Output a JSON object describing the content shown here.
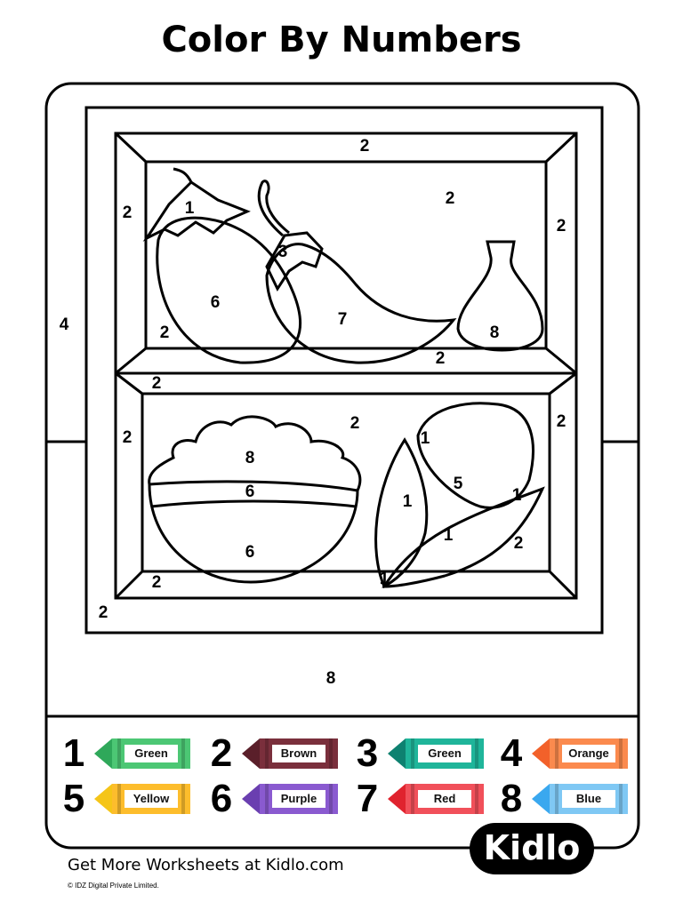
{
  "title": "Color By Numbers",
  "region_numbers": [
    "2",
    "2",
    "2",
    "1",
    "2",
    "3",
    "6",
    "7",
    "4",
    "2",
    "8",
    "2",
    "2",
    "2",
    "2",
    "2",
    "1",
    "8",
    "5",
    "6",
    "1",
    "1",
    "1",
    "2",
    "6",
    "2",
    "1",
    "2",
    "8"
  ],
  "key": [
    {
      "number": "1",
      "color_name": "Green",
      "color": "#4cc774",
      "dark": "#2fa85a"
    },
    {
      "number": "2",
      "color_name": "Brown",
      "color": "#7a2f3c",
      "dark": "#5a1f2a"
    },
    {
      "number": "3",
      "color_name": "Green",
      "color": "#1fb59a",
      "dark": "#0e8170"
    },
    {
      "number": "4",
      "color_name": "Orange",
      "color": "#fb8a4e",
      "dark": "#f2612a"
    },
    {
      "number": "5",
      "color_name": "Yellow",
      "color": "#fdbd2c",
      "dark": "#f5c518"
    },
    {
      "number": "6",
      "color_name": "Purple",
      "color": "#8a5ad0",
      "dark": "#6a3fb0"
    },
    {
      "number": "7",
      "color_name": "Red",
      "color": "#f1505a",
      "dark": "#e0232e"
    },
    {
      "number": "8",
      "color_name": "Blue",
      "color": "#7fc8f4",
      "dark": "#3aa8ef"
    }
  ],
  "logo": "Kidlo",
  "footer": "Get More Worksheets at Kidlo.com",
  "copyright": "© IDZ Digital Private Limited."
}
